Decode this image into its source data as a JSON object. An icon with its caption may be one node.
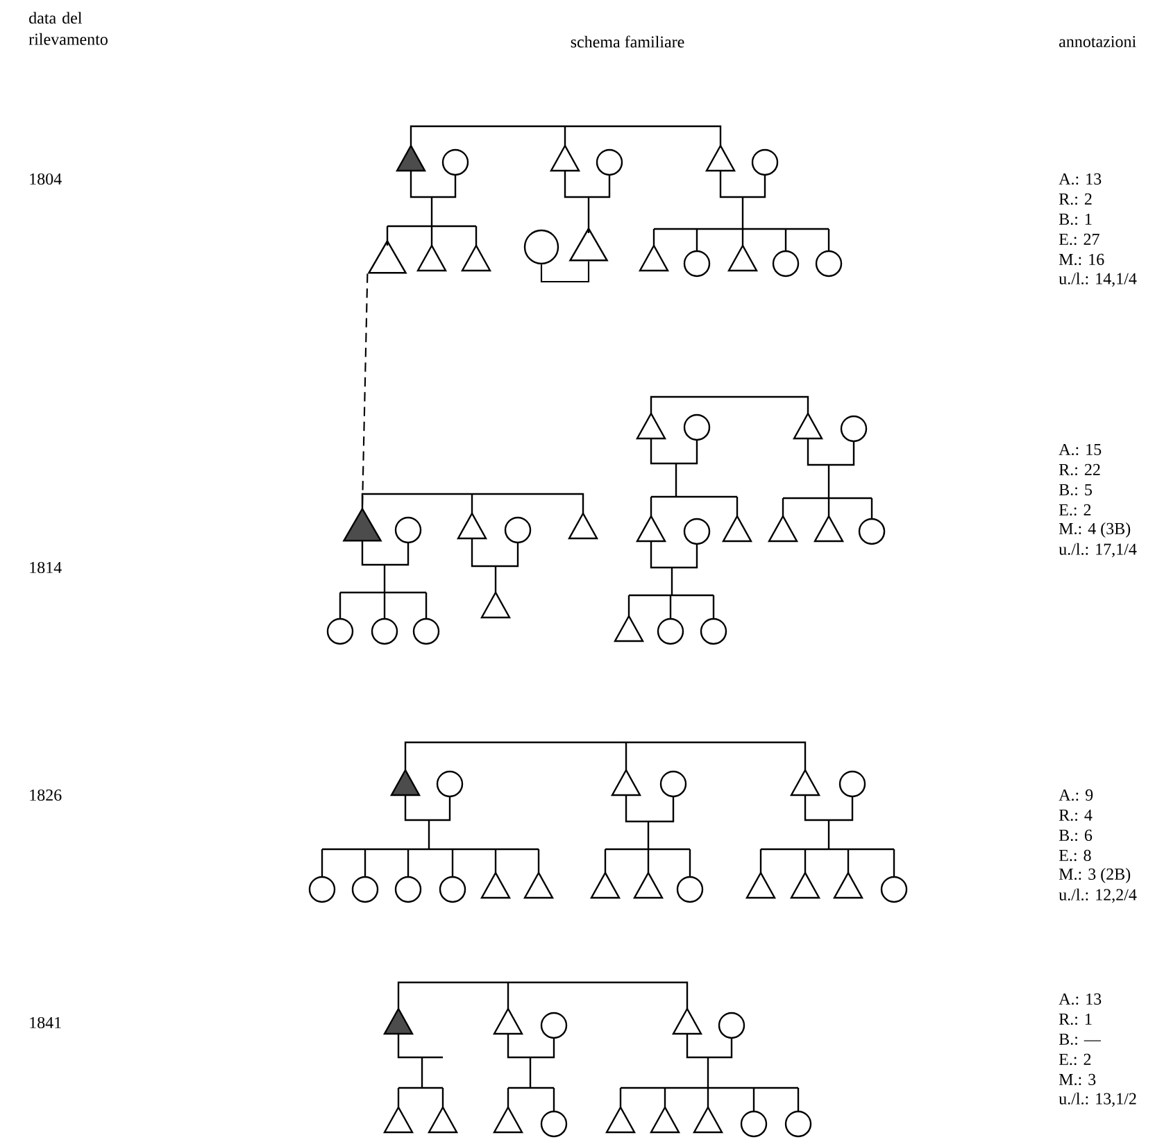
{
  "diagram": {
    "nodes": [
      {
        "text": [],
        "shape": "triangle"
      },
      {
        "text": [],
        "shape": "circle"
      },
      {
        "text": [],
        "shape": "triangle"
      },
      {
        "text": [],
        "shape": "triangle"
      }
    ],
    "edges": [
      {
        "from": 0,
        "to": 3,
        "arrow": "none",
        "style": "dashed"
      },
      {
        "from": 1,
        "to": 2,
        "arrow": "none"
      }
    ],
    "labels": [
      "data del rilevamento",
      "schema familiare",
      "annotazioni",
      "1804",
      "A.: 13",
      "R.: 2",
      "B.: 1",
      "E.: 27",
      "M.: 16",
      "u./l.: 14,1/4",
      "1814",
      "A.: 15",
      "R.: 22",
      "B.: 5",
      "E.: 2",
      "M.: 4 (3B)",
      "u./l.: 17,1/4",
      "1826",
      "A.: 9",
      "R.: 4",
      "B.: 6",
      "E.: 8",
      "M.: 3 (2B)",
      "u./l.: 12,2/4",
      "1841",
      "A.: 13",
      "R.: 1",
      "B.: —",
      "E.: 2",
      "M.: 3",
      "u./l.: 13,1/2"
    ]
  }
}
